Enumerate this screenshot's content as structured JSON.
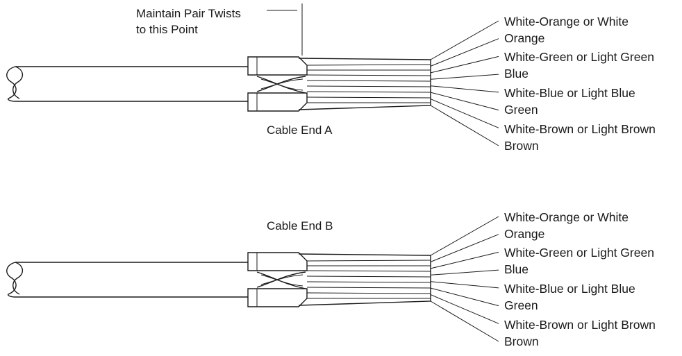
{
  "diagram": {
    "callout": {
      "line1": "Maintain Pair Twists",
      "line2": "to this Point"
    },
    "ends": [
      {
        "label": "Cable End A",
        "wires": [
          "White-Orange or White",
          "Orange",
          "White-Green or Light Green",
          "Blue",
          "White-Blue or Light Blue",
          "Green",
          "White-Brown or Light Brown",
          "Brown"
        ]
      },
      {
        "label": "Cable End B",
        "wires": [
          "White-Orange or White",
          "Orange",
          "White-Green or Light Green",
          "Blue",
          "White-Blue or Light Blue",
          "Green",
          "White-Brown or Light Brown",
          "Brown"
        ]
      }
    ]
  }
}
